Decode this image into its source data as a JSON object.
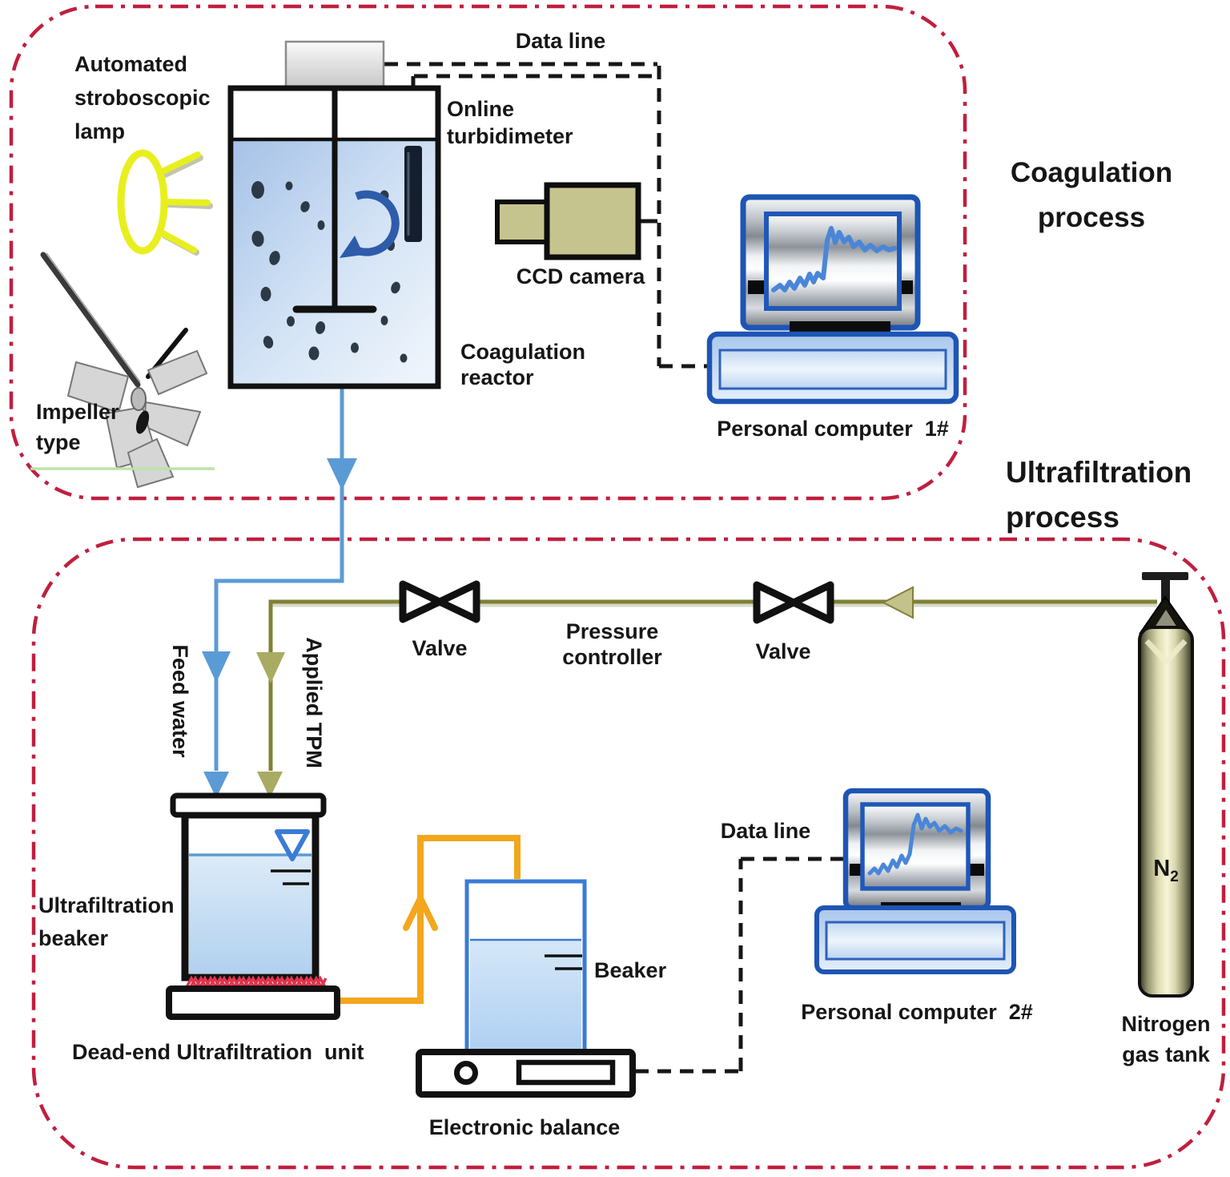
{
  "coagulation": {
    "title": "Coagulation process",
    "data_line_label": "Data line",
    "lamp_label": "Automated stroboscopic lamp",
    "impeller_label": "Impeller type",
    "turbidimeter_label": "Online turbidimeter",
    "reactor_label": "Coagulation reactor",
    "camera_label": "CCD camera",
    "computer_label": "Personal computer  1#"
  },
  "ultrafiltration": {
    "title": "Ultrafiltration process",
    "feed_water_label": "Feed water",
    "applied_tpm_label": "Applied TPM",
    "valve_left_label": "Valve",
    "pressure_controller_label": "Pressure controller",
    "valve_right_label": "Valve",
    "beaker_label": "Ultrafiltration beaker",
    "unit_label": "Dead-end Ultrafiltration  unit",
    "collection_beaker_label": "Beaker",
    "balance_label": "Electronic balance",
    "data_line_label": "Data line",
    "computer_label": "Personal computer  2#",
    "n2_symbol": "N",
    "n2_subscript": "2",
    "tank_label": "Nitrogen gas tank"
  },
  "colors": {
    "zone_border": "#c01f3e",
    "water_pipe": "#5b9bd5",
    "gas_pipe": "#7f8136",
    "gas_arrow": "#b4b575",
    "permeate_pipe": "#f2a71c",
    "data_line": "#161616",
    "camera_body": "#c6c48e",
    "computer_accent": "#1e55b4",
    "membrane": "#e0344e",
    "lamp": "#e8ef1e"
  }
}
